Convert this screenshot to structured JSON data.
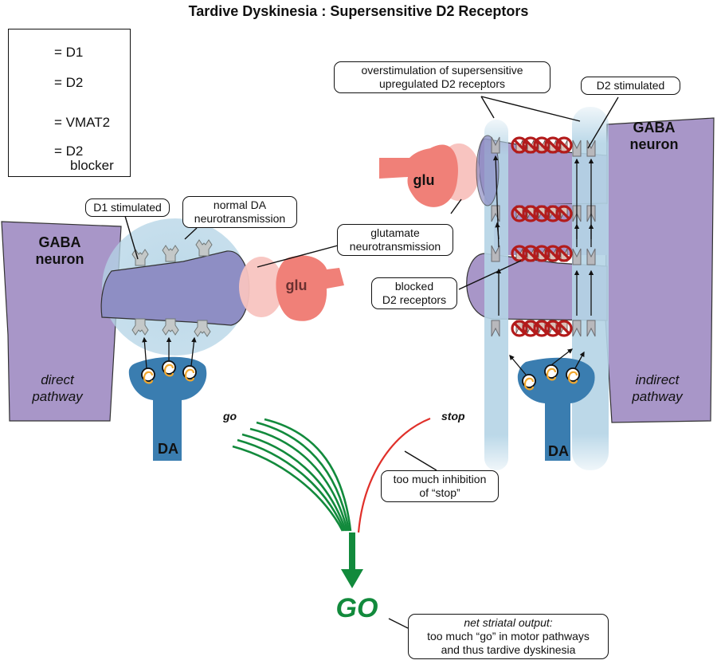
{
  "title": "Tardive Dyskinesia : Supersensitive D2 Receptors",
  "legend": {
    "items": [
      {
        "icon": "d1-receptor-icon",
        "label": "= D1",
        "color": "#d6e8c4"
      },
      {
        "icon": "d2-receptor-icon",
        "label": "= D2",
        "color": "#dcc0b8"
      },
      {
        "icon": "vmat2-icon",
        "label": "= VMAT2",
        "color": "#f0a830"
      },
      {
        "icon": "d2-blocker-icon",
        "label_line1": "= D2",
        "label_line2": "blocker",
        "color": "#b31b1b"
      }
    ]
  },
  "left": {
    "gaba_label_1": "GABA",
    "gaba_label_2": "neuron",
    "pathway_1": "direct",
    "pathway_2": "pathway",
    "glu_label": "glu",
    "da_label": "DA",
    "callout_d1": "D1 stimulated",
    "callout_normal_1": "normal DA",
    "callout_normal_2": "neurotransmission",
    "callout_glut_1": "glutamate",
    "callout_glut_2": "neurotransmission"
  },
  "right": {
    "gaba_label_1": "GABA",
    "gaba_label_2": "neuron",
    "pathway_1": "indirect",
    "pathway_2": "pathway",
    "glu_label": "glu",
    "da_label": "DA",
    "callout_over_1": "overstimulation of supersensitive",
    "callout_over_2": "upregulated D2 receptors",
    "callout_d2": "D2 stimulated",
    "callout_blocked_1": "blocked",
    "callout_blocked_2": "D2 receptors"
  },
  "bottom": {
    "go_label": "go",
    "stop_label": "stop",
    "callout_stop_1": "too much inhibition",
    "callout_stop_2": "of “stop”",
    "go_output": "GO",
    "callout_net_1": "net striatal output:",
    "callout_net_2": "too much “go” in motor pathways",
    "callout_net_3": "and thus tardive dyskinesia"
  },
  "colors": {
    "gaba_neuron": "#a896c8",
    "dendrite": "#8e8ec4",
    "synapse_halo": "#b4d4e6",
    "glu_terminal": "#f08078",
    "glu_light": "#f8c4c0",
    "da_neuron": "#3a7db0",
    "go_green": "#128a3c",
    "stop_red": "#e0302a",
    "blocker_red": "#b31b1b",
    "receptor_gray": "#b8b8bc"
  }
}
